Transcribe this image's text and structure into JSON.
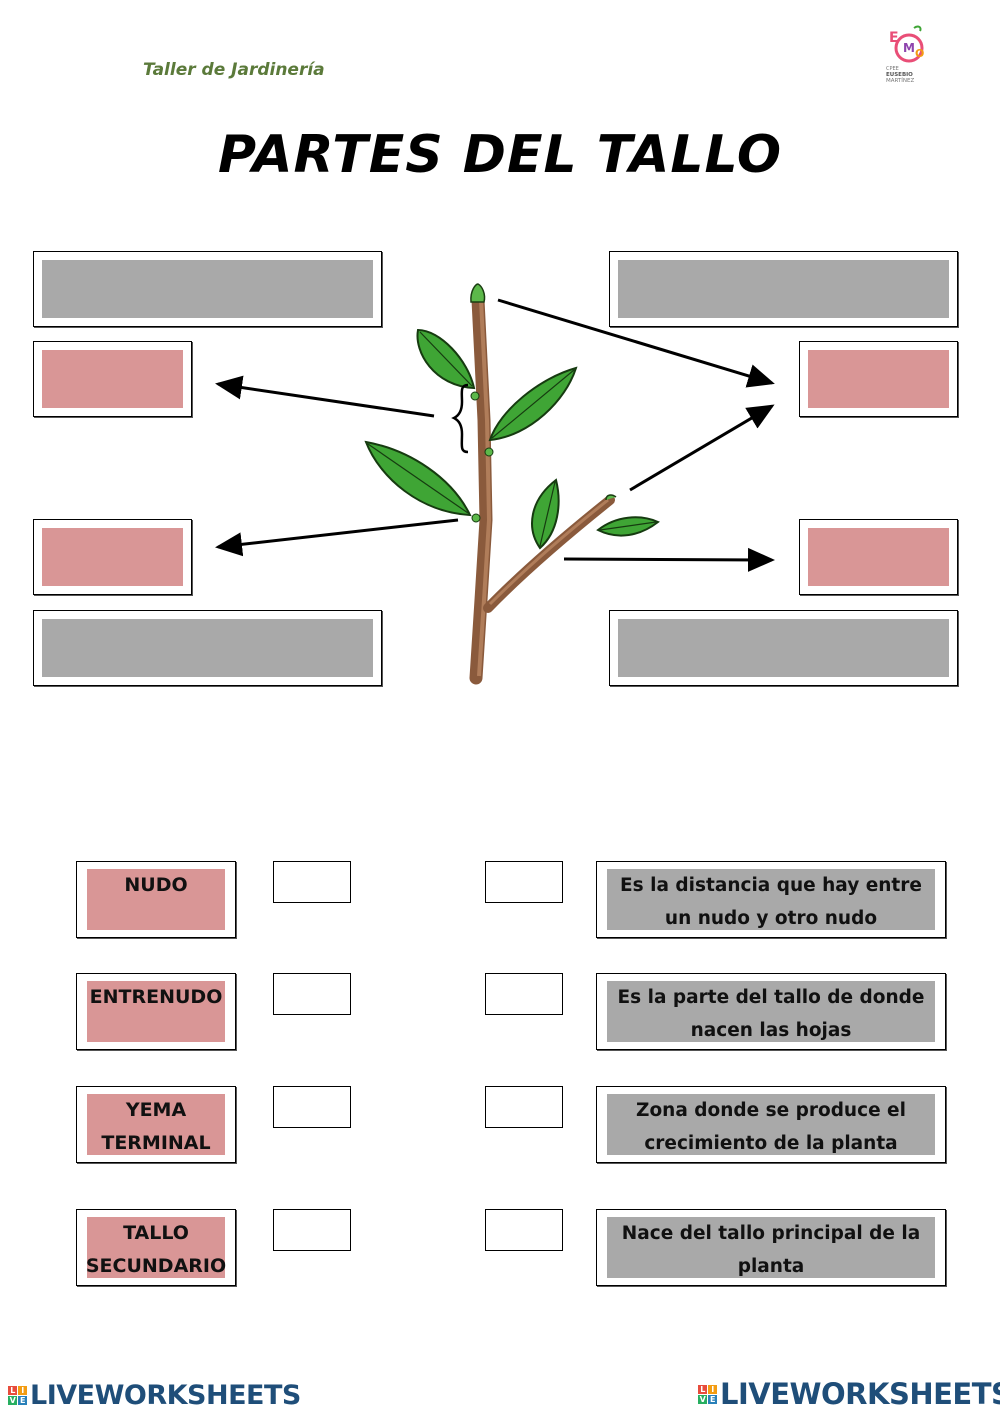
{
  "header": {
    "subtitle": "Taller de Jardinería",
    "logo_letters": [
      "E",
      "M",
      "O"
    ],
    "logo_text": [
      "CPEE",
      "EUSEBIO",
      "MARTÍNEZ"
    ]
  },
  "title": "PARTES DEL TALLO",
  "terms": [
    {
      "label": "NUDO"
    },
    {
      "label": "ENTRENUDO"
    },
    {
      "label": "YEMA TERMINAL"
    },
    {
      "label": "TALLO SECUNDARIO"
    }
  ],
  "definitions": [
    {
      "text": "Es la distancia que hay entre un nudo y otro nudo"
    },
    {
      "text": "Es la parte del tallo de donde nacen las hojas"
    },
    {
      "text": "Zona donde se produce el crecimiento de la planta"
    },
    {
      "text": "Nace del tallo principal de la planta"
    }
  ],
  "footer": {
    "brand": "LIVEWORKSHEETS",
    "mark_letters": [
      "L",
      "I",
      "V",
      "E"
    ]
  },
  "colors": {
    "pink": "#d99696",
    "grey": "#a9a9a9",
    "subtitle_green": "#5b7a3a",
    "brand_blue": "#1f4e79",
    "leaf_green": "#3fa535",
    "stem_brown": "#9a6a4a"
  }
}
